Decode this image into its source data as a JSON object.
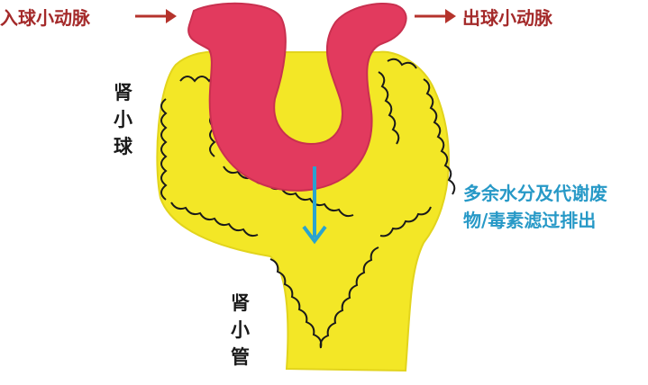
{
  "labels": {
    "afferent": "入球小动脉",
    "efferent": "出球小动脉",
    "glomerulus": [
      "肾",
      "小",
      "球"
    ],
    "tubule": [
      "肾",
      "小",
      "管"
    ],
    "filtration_line1": "多余水分及代谢废",
    "filtration_line2": "物/毒素滤过排出"
  },
  "colors": {
    "arteriole": "#e23a5e",
    "capsule": "#f2e62a",
    "arrow_red": "#b5332c",
    "arrow_blue": "#2aa3cf",
    "outline": "#1a1a1a"
  }
}
